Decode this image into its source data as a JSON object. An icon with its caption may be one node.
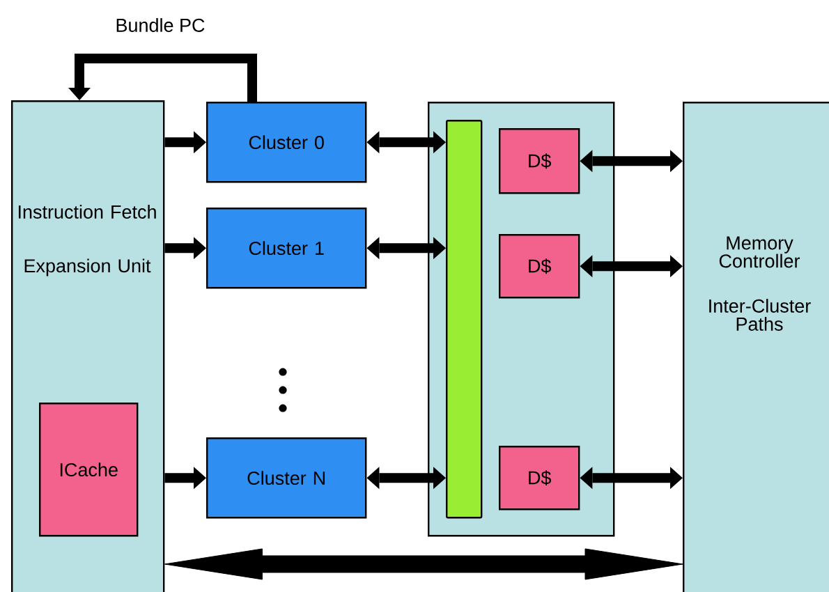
{
  "diagram": {
    "nodes": [
      {
        "text": [
          "Instruction Fetch",
          "Expansion Unit"
        ]
      },
      {
        "text": [
          "ICache"
        ],
        "in": 0
      },
      {
        "text": [
          "Cluster 0"
        ]
      },
      {
        "text": [
          "Cluster 1"
        ]
      },
      {
        "text": [
          "Cluster N"
        ]
      },
      {
        "text": [],
        "shape": "box"
      },
      {
        "text": [],
        "shape": "bar",
        "in": 5
      },
      {
        "text": [
          "D$"
        ],
        "in": 5
      },
      {
        "text": [
          "D$"
        ],
        "in": 5
      },
      {
        "text": [
          "D$"
        ],
        "in": 5
      },
      {
        "text": [
          "Memory Controller",
          "Inter-Cluster Paths"
        ]
      }
    ],
    "edges": [
      {
        "from": 2,
        "to": 0,
        "arrow": "to",
        "label": "Bundle PC"
      },
      {
        "from": 0,
        "to": 2,
        "arrow": "to"
      },
      {
        "from": 0,
        "to": 3,
        "arrow": "to"
      },
      {
        "from": 0,
        "to": 4,
        "arrow": "to"
      },
      {
        "from": 2,
        "to": 6,
        "arrow": "both"
      },
      {
        "from": 3,
        "to": 6,
        "arrow": "both"
      },
      {
        "from": 4,
        "to": 6,
        "arrow": "both"
      },
      {
        "from": 7,
        "to": 10,
        "arrow": "both"
      },
      {
        "from": 8,
        "to": 10,
        "arrow": "both"
      },
      {
        "from": 9,
        "to": 10,
        "arrow": "both"
      },
      {
        "from": 0,
        "to": 10,
        "arrow": "both"
      }
    ]
  }
}
